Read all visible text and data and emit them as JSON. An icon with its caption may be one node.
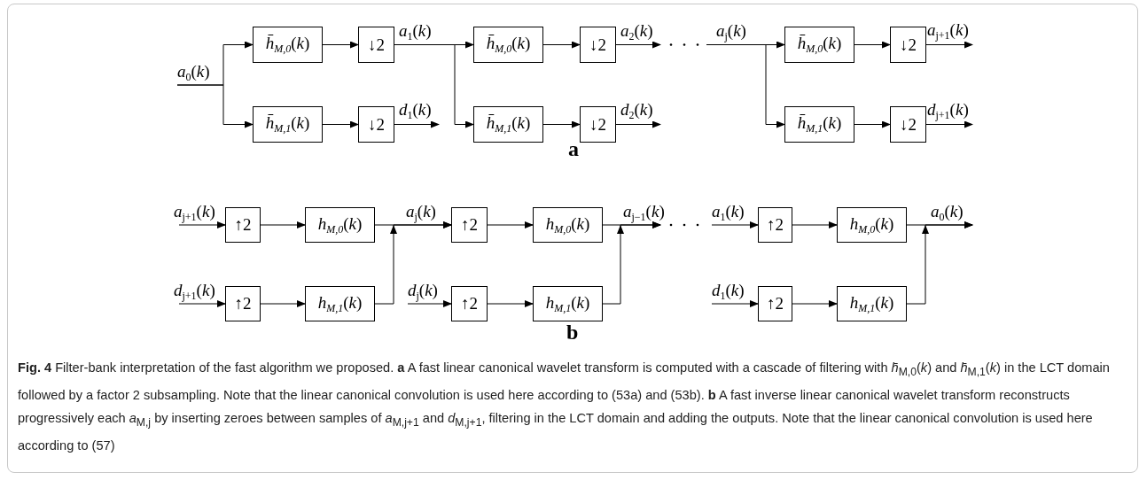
{
  "diagram": {
    "caption": "**Fig. 4** Filter-bank interpretation of the fast algorithm we proposed. **a** A fast linear canonical wavelet transform is computed with a cascade of filtering with *h̄*$_{M,0}$(*k*) and *h̄*$_{M,1}$(*k*) in the LCT domain followed by a factor 2 subsampling. Note that the linear canonical convolution is used here according to (53a) and (53b). **b** A fast inverse linear canonical wavelet transform reconstructs progressively each *a*$_{M,j}$ by inserting zeroes between samples of *a*$_{M,j+1}$ and *d*$_{M,j+1}$, filtering in the LCT domain and adding the outputs. Note that the linear canonical convolution is used here according to (57)",
    "nodes": [
      {
        "text": [
          "*h̄*$_{M,0}$(*k*)"
        ]
      },
      {
        "text": [
          "↓2"
        ]
      },
      {
        "text": [
          "*h̄*$_{M,1}$(*k*)"
        ]
      },
      {
        "text": [
          "↓2"
        ]
      },
      {
        "text": [
          "*h̄*$_{M,0}$(*k*)"
        ]
      },
      {
        "text": [
          "↓2"
        ]
      },
      {
        "text": [
          "*h̄*$_{M,1}$(*k*)"
        ]
      },
      {
        "text": [
          "↓2"
        ]
      },
      {
        "text": [
          "*h̄*$_{M,0}$(*k*)"
        ]
      },
      {
        "text": [
          "↓2"
        ]
      },
      {
        "text": [
          "*h̄*$_{M,1}$(*k*)"
        ]
      },
      {
        "text": [
          "↓2"
        ]
      },
      {
        "text": [
          "↑2"
        ]
      },
      {
        "text": [
          "*h*$_{M,0}$(*k*)"
        ]
      },
      {
        "text": [
          "↑2"
        ]
      },
      {
        "text": [
          "*h*$_{M,1}$(*k*)"
        ]
      },
      {
        "text": [
          "↑2"
        ]
      },
      {
        "text": [
          "*h*$_{M,0}$(*k*)"
        ]
      },
      {
        "text": [
          "↑2"
        ]
      },
      {
        "text": [
          "*h*$_{M,1}$(*k*)"
        ]
      },
      {
        "text": [
          "↑2"
        ]
      },
      {
        "text": [
          "*h*$_{M,0}$(*k*)"
        ]
      },
      {
        "text": [
          "↑2"
        ]
      },
      {
        "text": [
          "*h*$_{M,1}$(*k*)"
        ]
      }
    ],
    "edges": [
      {
        "from": null,
        "to": 0,
        "arrow": "to",
        "label": "*a*$_{0}$(*k*)"
      },
      {
        "from": null,
        "to": 2,
        "arrow": "to"
      },
      {
        "from": 0,
        "to": 1,
        "arrow": "to"
      },
      {
        "from": 2,
        "to": 3,
        "arrow": "to"
      },
      {
        "from": 1,
        "to": 4,
        "arrow": "to",
        "label": "*a*$_{1}$(*k*)"
      },
      {
        "from": 1,
        "to": 6,
        "arrow": "to"
      },
      {
        "from": 3,
        "to": null,
        "arrow": "to",
        "label": "*d*$_{1}$(*k*)"
      },
      {
        "from": 4,
        "to": 5,
        "arrow": "to"
      },
      {
        "from": 6,
        "to": 7,
        "arrow": "to"
      },
      {
        "from": 5,
        "to": null,
        "arrow": "to",
        "label": "*a*$_{2}$(*k*)"
      },
      {
        "from": 7,
        "to": null,
        "arrow": "to",
        "label": "*d*$_{2}$(*k*)"
      },
      {
        "from": null,
        "to": 8,
        "arrow": "to",
        "label": "*a*$_{j}$(*k*)"
      },
      {
        "from": null,
        "to": 10,
        "arrow": "to"
      },
      {
        "from": 8,
        "to": 9,
        "arrow": "to"
      },
      {
        "from": 10,
        "to": 11,
        "arrow": "to"
      },
      {
        "from": 9,
        "to": null,
        "arrow": "to",
        "label": "*a*$_{j+1}$(*k*)"
      },
      {
        "from": 11,
        "to": null,
        "arrow": "to",
        "label": "*d*$_{j+1}$(*k*)"
      },
      {
        "from": null,
        "to": 12,
        "arrow": "to",
        "label": "*a*$_{j+1}$(*k*)"
      },
      {
        "from": 12,
        "to": 13,
        "arrow": "to"
      },
      {
        "from": null,
        "to": 14,
        "arrow": "to",
        "label": "*d*$_{j+1}$(*k*)"
      },
      {
        "from": 14,
        "to": 15,
        "arrow": "to"
      },
      {
        "from": 13,
        "to": 16,
        "arrow": "to",
        "label": "*a*$_{j}$(*k*)"
      },
      {
        "from": 15,
        "to": 16,
        "arrow": "to"
      },
      {
        "from": null,
        "to": 18,
        "arrow": "to",
        "label": "*d*$_{j}$(*k*)"
      },
      {
        "from": 16,
        "to": 17,
        "arrow": "to"
      },
      {
        "from": 18,
        "to": 19,
        "arrow": "to"
      },
      {
        "from": 17,
        "to": null,
        "arrow": "to",
        "label": "*a*$_{j−1}$(*k*)"
      },
      {
        "from": 19,
        "to": null,
        "arrow": "to"
      },
      {
        "from": null,
        "to": 20,
        "arrow": "to",
        "label": "*a*$_{1}$(*k*)"
      },
      {
        "from": 20,
        "to": 21,
        "arrow": "to"
      },
      {
        "from": null,
        "to": 22,
        "arrow": "to",
        "label": "*d*$_{1}$(*k*)"
      },
      {
        "from": 22,
        "to": 23,
        "arrow": "to"
      },
      {
        "from": 21,
        "to": null,
        "arrow": "to",
        "label": "*a*$_{0}$(*k*)"
      },
      {
        "from": 23,
        "to": null,
        "arrow": "to"
      }
    ],
    "labels": [
      "a",
      "b"
    ]
  }
}
